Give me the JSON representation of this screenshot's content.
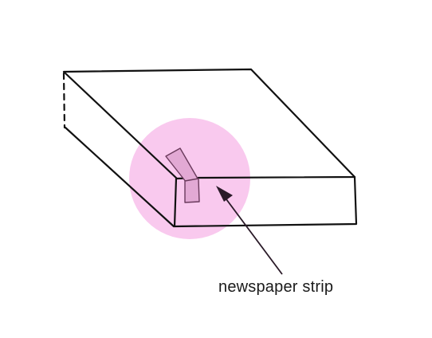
{
  "annotation": {
    "label": "newspaper strip"
  },
  "colors": {
    "highlight": "#f9c9ee",
    "strip_fill": "#e2a9d4",
    "strip_stroke": "#6a3a5c",
    "line": "#111111",
    "arrow": "#2a1a28"
  },
  "icons": [
    "magnify-highlight-circle",
    "arrow-pointer"
  ]
}
